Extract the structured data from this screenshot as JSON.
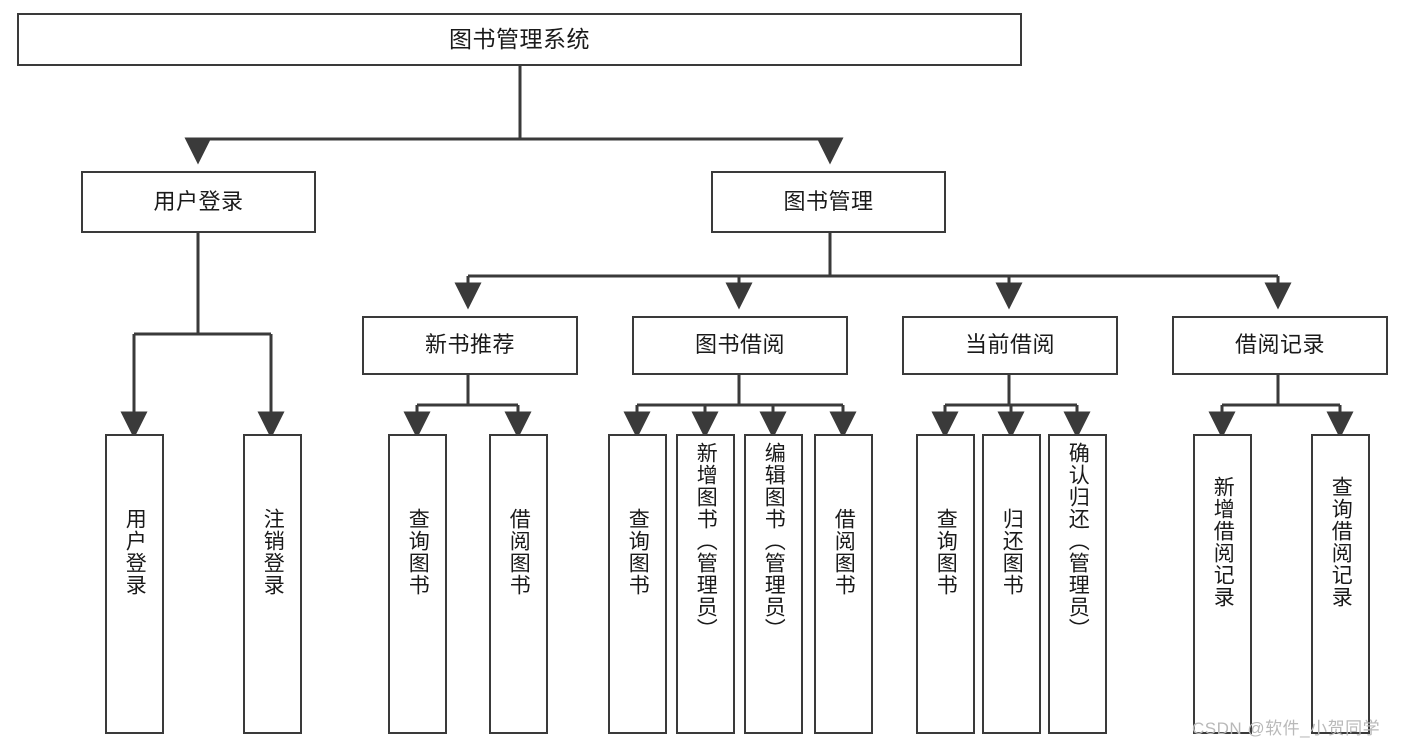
{
  "diagram": {
    "title": "图书管理系统",
    "type": "tree",
    "watermark": "CSDN @软件_小贺同学",
    "colors": {
      "box_border": "#3a3a3a",
      "box_fill": "#ffffff",
      "line": "#3a3a3a",
      "text": "#1a1a1a",
      "watermark": "#b9b9b9"
    }
  },
  "nodes": {
    "root": {
      "label": "图书管理系统"
    },
    "level2": [
      {
        "id": "user-login",
        "label": "用户登录"
      },
      {
        "id": "book-manage",
        "label": "图书管理"
      }
    ],
    "level3": [
      {
        "id": "new-book-recommend",
        "label": "新书推荐"
      },
      {
        "id": "book-borrow",
        "label": "图书借阅"
      },
      {
        "id": "current-borrow",
        "label": "当前借阅"
      },
      {
        "id": "borrow-record",
        "label": "借阅记录"
      }
    ],
    "leaves": {
      "user_login": [
        {
          "id": "leaf-user-login",
          "label": "用户登录"
        },
        {
          "id": "leaf-logout-login",
          "label": "注销登录"
        }
      ],
      "new_book_recommend": [
        {
          "id": "leaf-query-book-1",
          "label": "查询图书"
        },
        {
          "id": "leaf-borrow-book-1",
          "label": "借阅图书"
        }
      ],
      "book_borrow": [
        {
          "id": "leaf-query-book-2",
          "label": "查询图书"
        },
        {
          "id": "leaf-add-book",
          "label": "新增图书（管理员）"
        },
        {
          "id": "leaf-edit-book",
          "label": "编辑图书（管理员）"
        },
        {
          "id": "leaf-borrow-book-2",
          "label": "借阅图书"
        }
      ],
      "current_borrow": [
        {
          "id": "leaf-query-book-3",
          "label": "查询图书"
        },
        {
          "id": "leaf-return-book",
          "label": "归还图书"
        },
        {
          "id": "leaf-confirm-return",
          "label": "确认归还（管理员）"
        }
      ],
      "borrow_record": [
        {
          "id": "leaf-add-record",
          "label": "新增借阅记录"
        },
        {
          "id": "leaf-query-record",
          "label": "查询借阅记录"
        }
      ]
    }
  }
}
